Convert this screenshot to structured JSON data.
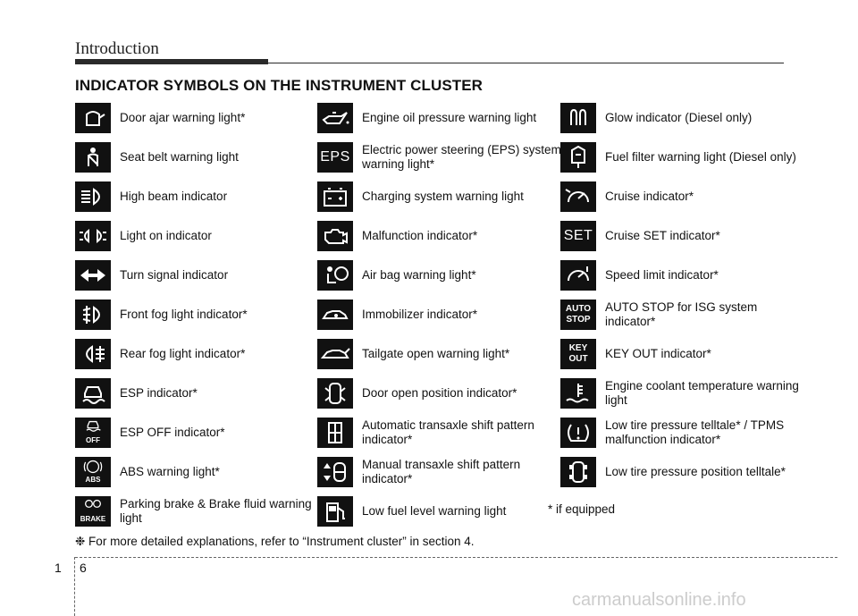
{
  "header": {
    "section": "Introduction"
  },
  "title": "INDICATOR SYMBOLS ON THE INSTRUMENT CLUSTER",
  "columns": [
    [
      {
        "icon": "door-ajar-icon",
        "label": "Door ajar warning light*"
      },
      {
        "icon": "seat-belt-icon",
        "label": "Seat belt warning light"
      },
      {
        "icon": "high-beam-icon",
        "label": "High beam indicator"
      },
      {
        "icon": "light-on-icon",
        "label": "Light on indicator"
      },
      {
        "icon": "turn-signal-icon",
        "label": "Turn signal indicator"
      },
      {
        "icon": "front-fog-icon",
        "label": "Front fog light indicator*"
      },
      {
        "icon": "rear-fog-icon",
        "label": "Rear fog light indicator*"
      },
      {
        "icon": "esp-icon",
        "label": "ESP indicator*"
      },
      {
        "icon": "esp-off-icon",
        "label": "ESP OFF indicator*",
        "icon_text": "OFF"
      },
      {
        "icon": "abs-icon",
        "label": "ABS warning light*",
        "icon_text": "ABS"
      },
      {
        "icon": "brake-icon",
        "label": "Parking brake & Brake fluid warning light",
        "icon_text": "BRAKE"
      }
    ],
    [
      {
        "icon": "oil-pressure-icon",
        "label": "Engine oil pressure warning light"
      },
      {
        "icon": "eps-icon",
        "label": "Electric power steering (EPS) system warning light*",
        "icon_text": "EPS"
      },
      {
        "icon": "battery-icon",
        "label": "Charging system warning light"
      },
      {
        "icon": "engine-icon",
        "label": "Malfunction indicator*"
      },
      {
        "icon": "airbag-icon",
        "label": "Air bag warning light*"
      },
      {
        "icon": "immobilizer-icon",
        "label": "Immobilizer indicator*"
      },
      {
        "icon": "tailgate-icon",
        "label": "Tailgate open warning light*"
      },
      {
        "icon": "door-open-icon",
        "label": "Door open position indicator*"
      },
      {
        "icon": "auto-shift-icon",
        "label": "Automatic transaxle shift pattern indicator*"
      },
      {
        "icon": "manual-shift-icon",
        "label": "Manual transaxle shift pattern indicator*"
      },
      {
        "icon": "fuel-icon",
        "label": "Low fuel level warning light"
      }
    ],
    [
      {
        "icon": "glow-icon",
        "label": "Glow indicator (Diesel only)"
      },
      {
        "icon": "fuel-filter-icon",
        "label": "Fuel filter warning light (Diesel only)"
      },
      {
        "icon": "cruise-icon",
        "label": "Cruise indicator*"
      },
      {
        "icon": "cruise-set-icon",
        "label": "Cruise SET indicator*",
        "icon_text": "SET"
      },
      {
        "icon": "speed-limit-icon",
        "label": "Speed limit indicator*"
      },
      {
        "icon": "auto-stop-icon",
        "label": "AUTO STOP for ISG system indicator*",
        "icon_text": "AUTO STOP"
      },
      {
        "icon": "key-out-icon",
        "label": "KEY OUT indicator*",
        "icon_text": "KEY OUT"
      },
      {
        "icon": "coolant-icon",
        "label": "Engine coolant temperature warning light"
      },
      {
        "icon": "tpms-icon",
        "label": "Low tire pressure telltale* / TPMS malfunction indicator*"
      },
      {
        "icon": "tire-position-icon",
        "label": "Low tire pressure position telltale*"
      }
    ]
  ],
  "if_equipped": "* if equipped",
  "footnote": "❉ For more detailed explanations, refer to “Instrument cluster” in section 4.",
  "page": {
    "chapter": "1",
    "number": "6"
  },
  "watermark": "carmanualsonline.info"
}
